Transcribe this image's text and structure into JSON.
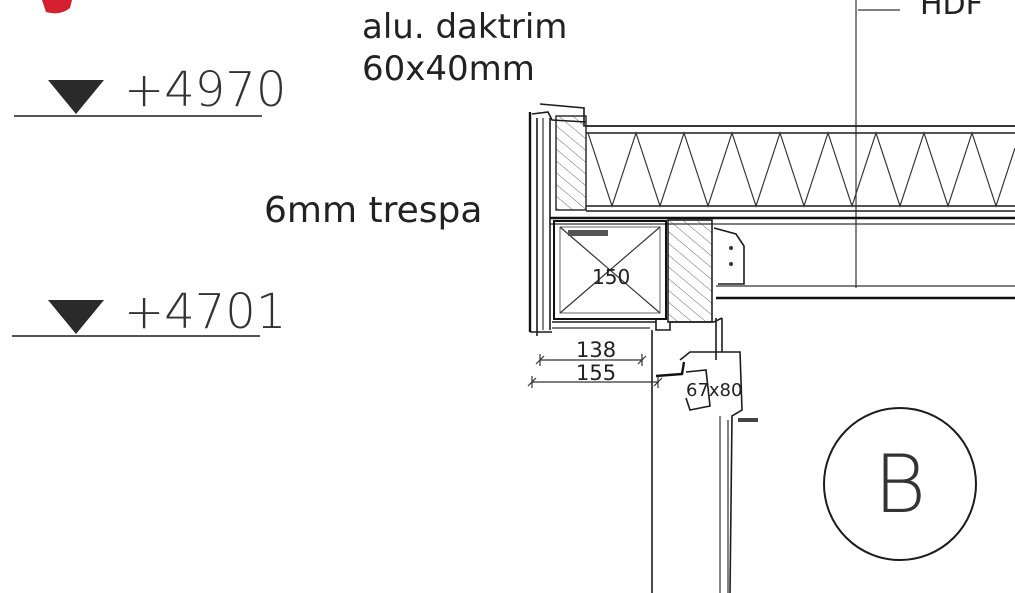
{
  "labels": {
    "trim_line1": "alu. daktrim",
    "trim_line2": "60x40mm",
    "panel": "6mm trespa",
    "board_top_right": "HDF",
    "level_upper": "+4970",
    "level_lower": "+4701",
    "beam_dim": "150",
    "dim_138": "138",
    "dim_155": "155",
    "frame_size": "67x80",
    "detail_mark": "B"
  },
  "colors": {
    "accent_red": "#d4202f",
    "ink": "#1c1c1c",
    "marker_fill": "#2a2a2a"
  }
}
